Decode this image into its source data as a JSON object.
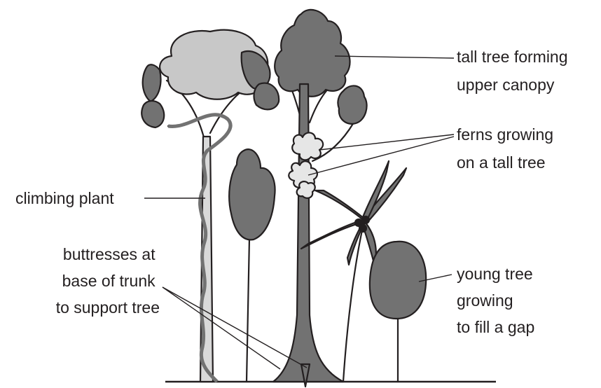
{
  "labels": {
    "tall_tree": [
      "tall tree forming",
      "upper canopy"
    ],
    "ferns": [
      "ferns growing",
      "on a tall tree"
    ],
    "climbing_plant": [
      "climbing plant"
    ],
    "buttresses": [
      "buttresses at",
      "base of trunk",
      "to support tree"
    ],
    "young_tree": [
      "young tree",
      "growing",
      "to fill a gap"
    ]
  },
  "colors": {
    "ink": "#231f20",
    "dark_foliage": "#727272",
    "light_foliage": "#c8c8c8",
    "trunk_light": "#d9d9d9",
    "fern": "#e6e6e6"
  }
}
